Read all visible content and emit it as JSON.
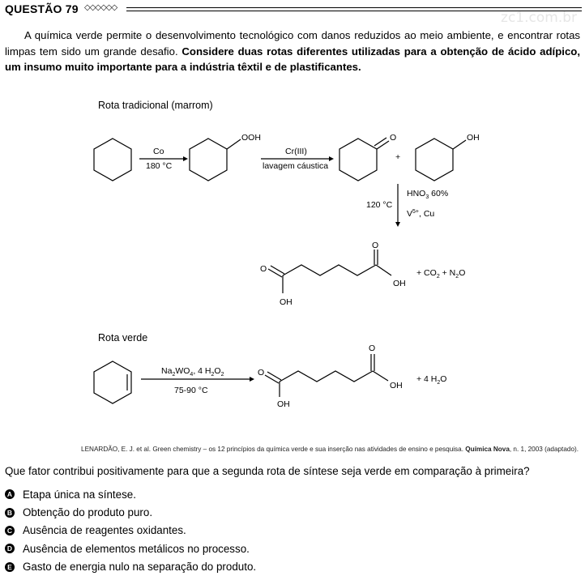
{
  "header": {
    "title": "QUESTÃO 79",
    "ornament": "◇◇◇◇◇◇"
  },
  "watermark": "zc1.com.br",
  "intro": {
    "sentence1": "A química verde permite o desenvolvimento tecnológico com danos reduzidos ao meio ambiente, e encontrar rotas limpas tem sido um grande desafio.",
    "sentence2": " Considere duas rotas diferentes utilizadas para a obtenção de ácido adípico, um insumo muito importante para a indústria têxtil e de plastificantes."
  },
  "scheme": {
    "route1_title": "Rota tradicional (marrom)",
    "step1_catalyst": "Co",
    "step1_temp": "180 °C",
    "label_ooh": "OOH",
    "step2_reagent": "Cr(III)",
    "step2_process": "lavagem cáustica",
    "label_o": "O",
    "plus": "+",
    "label_oh": "OH",
    "step3_acid": "HNO",
    "step3_acid_sub": "3",
    "step3_conc": " 60%",
    "step3_temp": "120 °C",
    "step3_catalyst": "V",
    "step3_catalyst_sup": "5+",
    "step3_catalyst_rest": ", Cu",
    "byproducts1": "+  CO",
    "byproducts1_sub": "2",
    "byproducts1_mid": "  +  N",
    "byproducts1_sub2": "2",
    "byproducts1_end": "O",
    "route2_title": "Rota verde",
    "green_reagent_a": "Na",
    "green_reagent_a_sub": "2",
    "green_reagent_b": "WO",
    "green_reagent_b_sub": "4",
    "green_reagent_c": ", 4 H",
    "green_reagent_c_sub": "2",
    "green_reagent_d": "O",
    "green_reagent_d_sub": "2",
    "green_temp": "75-90 °C",
    "byproducts2": "+  4 H",
    "byproducts2_sub": "2",
    "byproducts2_end": "O"
  },
  "source": {
    "authors": "LENARDÃO, E. J. et al. Green chemistry – os 12 princípios da química verde e sua inserção nas atividades de ensino e pesquisa. ",
    "journal": "Química Nova",
    "details": ", n. 1, 2003 (adaptado)."
  },
  "question": "Que fator contribui positivamente para que a segunda rota de síntese seja verde em comparação à primeira?",
  "options": [
    {
      "letter": "A",
      "text": "Etapa única na síntese."
    },
    {
      "letter": "B",
      "text": "Obtenção do produto puro."
    },
    {
      "letter": "C",
      "text": "Ausência de reagentes oxidantes."
    },
    {
      "letter": "D",
      "text": "Ausência de elementos metálicos no processo."
    },
    {
      "letter": "E",
      "text": "Gasto de energia nulo na separação do produto."
    }
  ]
}
